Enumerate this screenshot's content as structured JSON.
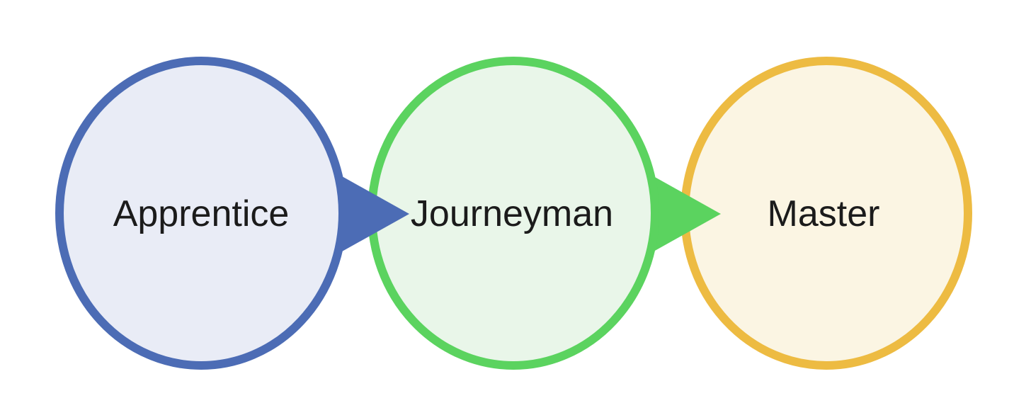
{
  "diagram": {
    "type": "process-flow",
    "background_color": "#ffffff",
    "text_color": "#1b1b1b",
    "stages": [
      {
        "label": "Apprentice",
        "fill_color": "#e9ecf6",
        "border_color": "#4c6cb5"
      },
      {
        "label": "Journeyman",
        "fill_color": "#e9f6e9",
        "border_color": "#5bd35f"
      },
      {
        "label": "Master",
        "fill_color": "#fbf5e3",
        "border_color": "#edbb42"
      }
    ],
    "arrows": [
      {
        "from": "Apprentice",
        "to": "Journeyman",
        "color": "#4c6cb5"
      },
      {
        "from": "Journeyman",
        "to": "Master",
        "color": "#5bd35f"
      }
    ]
  }
}
